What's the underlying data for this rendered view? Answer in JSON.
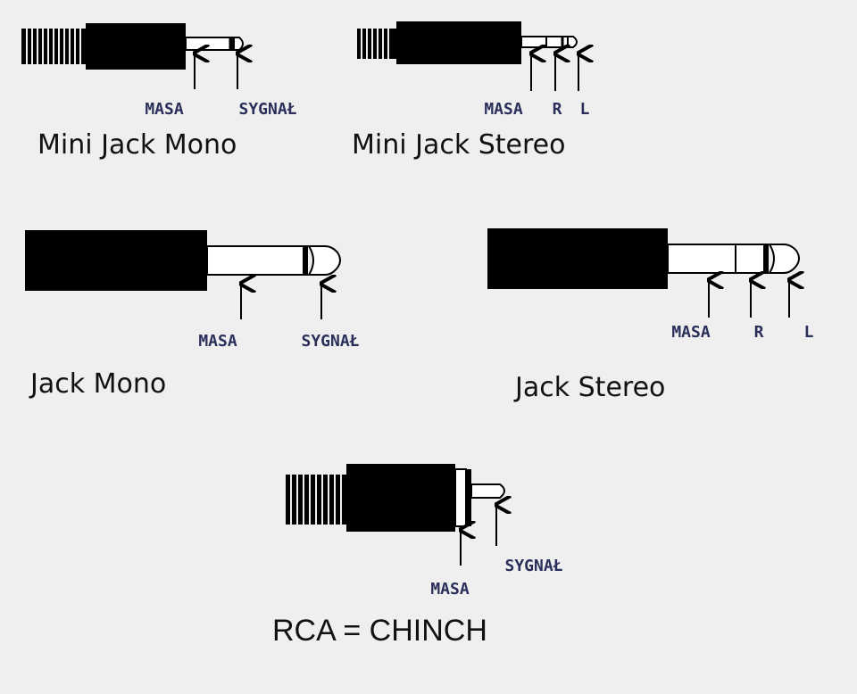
{
  "labels": {
    "masa": "MASA",
    "sygnal": "SYGNAŁ",
    "r": "R",
    "l": "L"
  },
  "captions": {
    "mini_jack_mono": "Mini Jack Mono",
    "mini_jack_stereo": "Mini Jack Stereo",
    "jack_mono": "Jack Mono",
    "jack_stereo": "Jack Stereo",
    "rca": "RCA = CHINCH"
  },
  "colors": {
    "background": "#efefef",
    "connector_body": "#000000",
    "label_text": "#2a2f5a",
    "caption_text": "#111111"
  }
}
